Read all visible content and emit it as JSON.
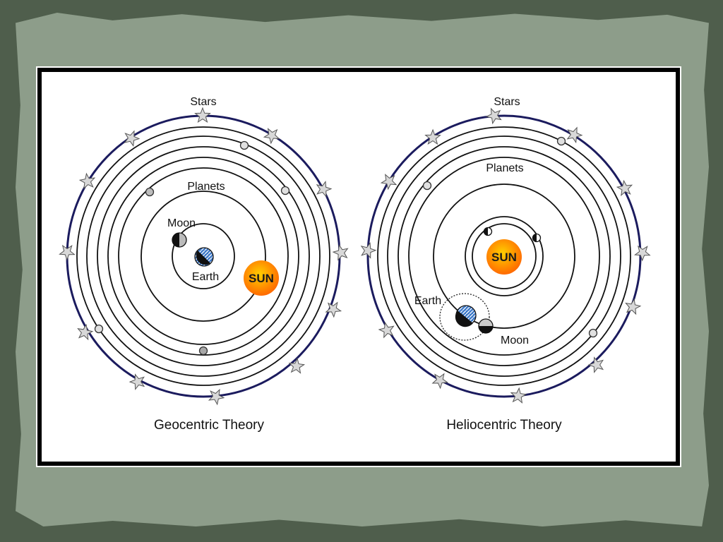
{
  "geocentric": {
    "title": "Geocentric Theory",
    "labels": {
      "stars": "Stars",
      "planets": "Planets",
      "moon": "Moon",
      "earth": "Earth",
      "sun": "SUN"
    }
  },
  "heliocentric": {
    "title": "Heliocentric Theory",
    "labels": {
      "stars": "Stars",
      "planets": "Planets",
      "earth": "Earth",
      "moon": "Moon",
      "sun": "SUN"
    }
  },
  "colors": {
    "star_sphere": "#1b1b5e",
    "orbit": "#111111",
    "sun_core": "#ff7a00",
    "sun_glow": "#ffd000",
    "star_fill": "#d8d8d8",
    "earth_blue": "#3d79c9"
  }
}
